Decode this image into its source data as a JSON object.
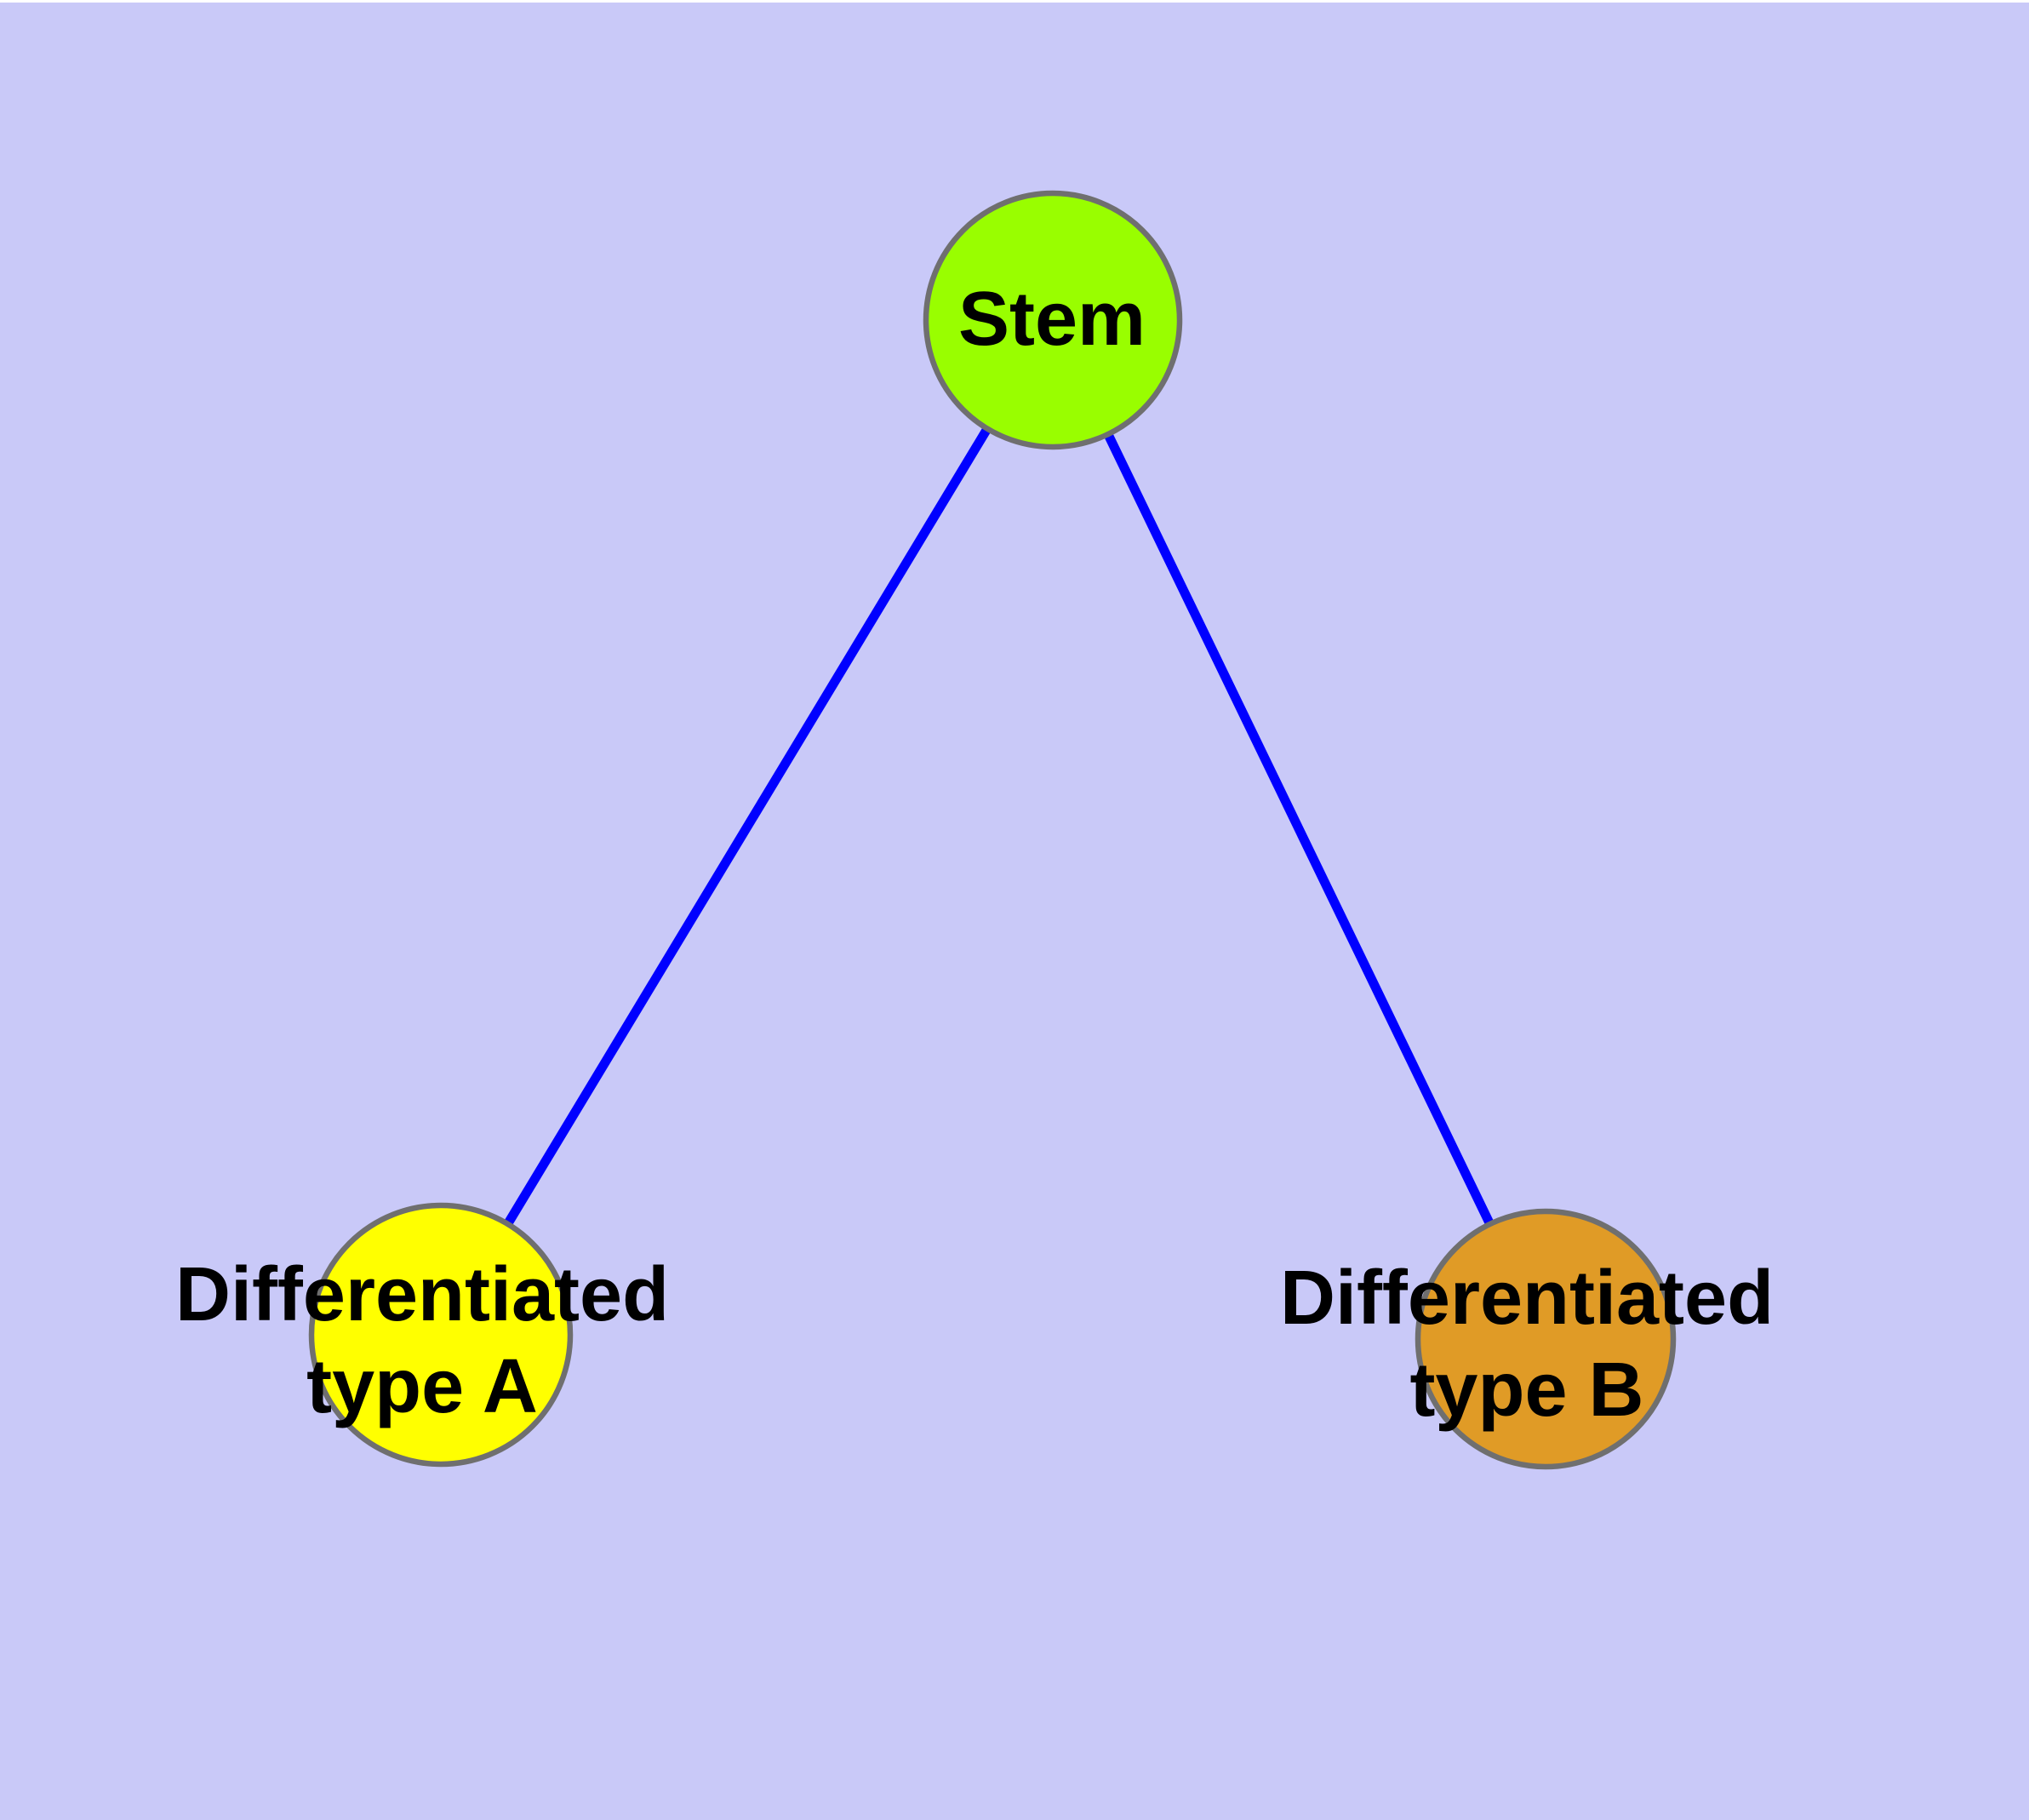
{
  "figure": {
    "background_color": "#C9C9F8",
    "edge_color": "#0000FF",
    "node_border_color": "#6F6F6F",
    "nodes": [
      {
        "id": "stem",
        "label": "Stem",
        "fill": "#99FE00"
      },
      {
        "id": "type-a",
        "label_line1": "Differentiated",
        "label_line2": "type A",
        "fill": "#FFFF00"
      },
      {
        "id": "type-b",
        "label_line1": "Differentiated",
        "label_line2": "type B",
        "fill": "#E09B26"
      }
    ],
    "edges": [
      {
        "from": "Stem",
        "to": "Differentiated type A"
      },
      {
        "from": "Stem",
        "to": "Differentiated type B"
      }
    ]
  }
}
